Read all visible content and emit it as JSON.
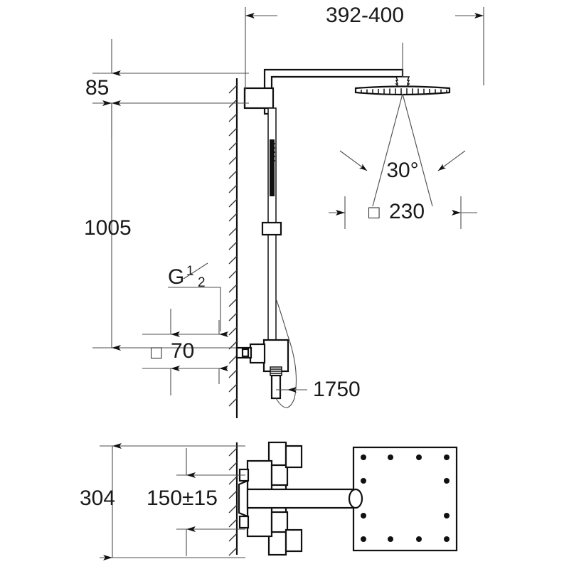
{
  "drawing": {
    "title": "Shower system technical dimension drawing",
    "units": "mm",
    "line_color": "#111111",
    "dim_color": "#4d4d4d",
    "text_color": "#1a1a1a",
    "background": "#ffffff"
  },
  "dimensions": {
    "arm_projection": "392-400",
    "arm_to_wall_offset": "85",
    "valve_to_arm_height": "1005",
    "spray_angle": "30°",
    "head_size": "230",
    "valve_spacing": "70",
    "hose_length": "1750",
    "plan_overall": "304",
    "plan_inlet_centers": "150±15"
  },
  "labels": {
    "thread_spec_letter": "G",
    "thread_spec_num": "1",
    "thread_spec_den": "2",
    "square_symbol": "□"
  },
  "views": {
    "elevation_name": "elevation-view",
    "plan_name": "plan-view"
  },
  "components": {
    "wall": "wall-section",
    "shower_arm": "shower-arm",
    "head_shower": "head-shower",
    "hand_shower": "hand-shower",
    "shower_rail": "shower-rail",
    "slider_bracket": "slider-bracket",
    "thermostatic_mixer": "thermostatic-mixer",
    "shower_hose": "shower-hose",
    "inlet_connector_upper": "inlet-connector-upper",
    "inlet_connector_lower": "inlet-connector-lower",
    "head_plate_plan": "head-shower-plan-plate"
  }
}
